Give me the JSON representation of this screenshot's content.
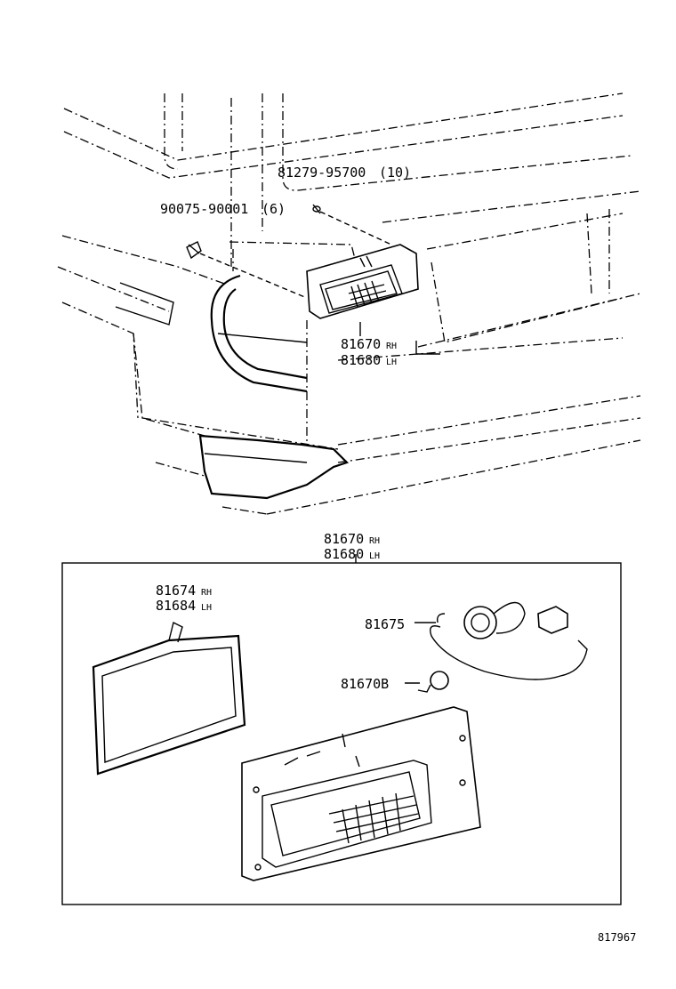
{
  "diagram": {
    "callouts": {
      "screw": {
        "part": "81279-95700",
        "qty": "(10)"
      },
      "clip": {
        "part": "90075-90001",
        "qty": "(6)"
      },
      "assy_upper_rh": {
        "part": "81670",
        "side": "RH"
      },
      "assy_upper_lh": {
        "part": "81680",
        "side": "LH"
      },
      "assy_box_rh": {
        "part": "81670",
        "side": "RH"
      },
      "assy_box_lh": {
        "part": "81680",
        "side": "LH"
      },
      "gasket_rh": {
        "part": "81674",
        "side": "RH"
      },
      "gasket_lh": {
        "part": "81684",
        "side": "LH"
      },
      "socket": {
        "part": "81675"
      },
      "bulb": {
        "part": "81670B"
      }
    },
    "figure_number": "817967"
  }
}
